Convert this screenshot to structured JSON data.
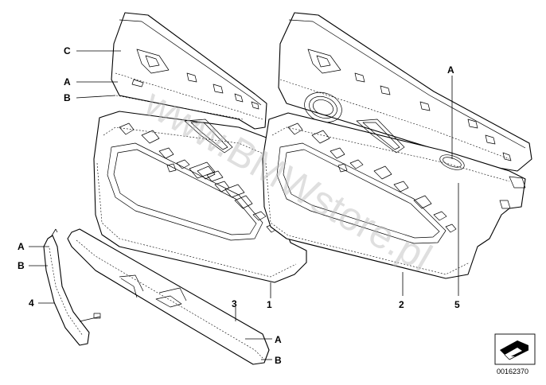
{
  "diagram": {
    "watermark": "www.BMWstore.pl",
    "part_number": "00162370",
    "callouts": {
      "c_left": "C",
      "a_left_door": "A",
      "b_left_door": "B",
      "a_right_door": "A",
      "a_handle": "A",
      "b_handle": "B",
      "a_armrest": "A",
      "b_armrest": "B",
      "n1": "1",
      "n2": "2",
      "n3": "3",
      "n4": "4",
      "n5": "5"
    },
    "icons": {
      "orientation": "car-orientation-arrow-icon"
    }
  }
}
